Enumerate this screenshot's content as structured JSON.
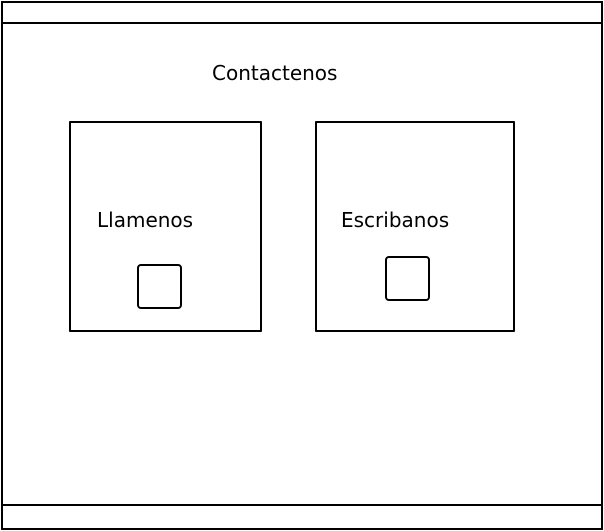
{
  "page": {
    "title": "Contactenos"
  },
  "cards": [
    {
      "label": "Llamenos"
    },
    {
      "label": "Escribanos"
    }
  ]
}
